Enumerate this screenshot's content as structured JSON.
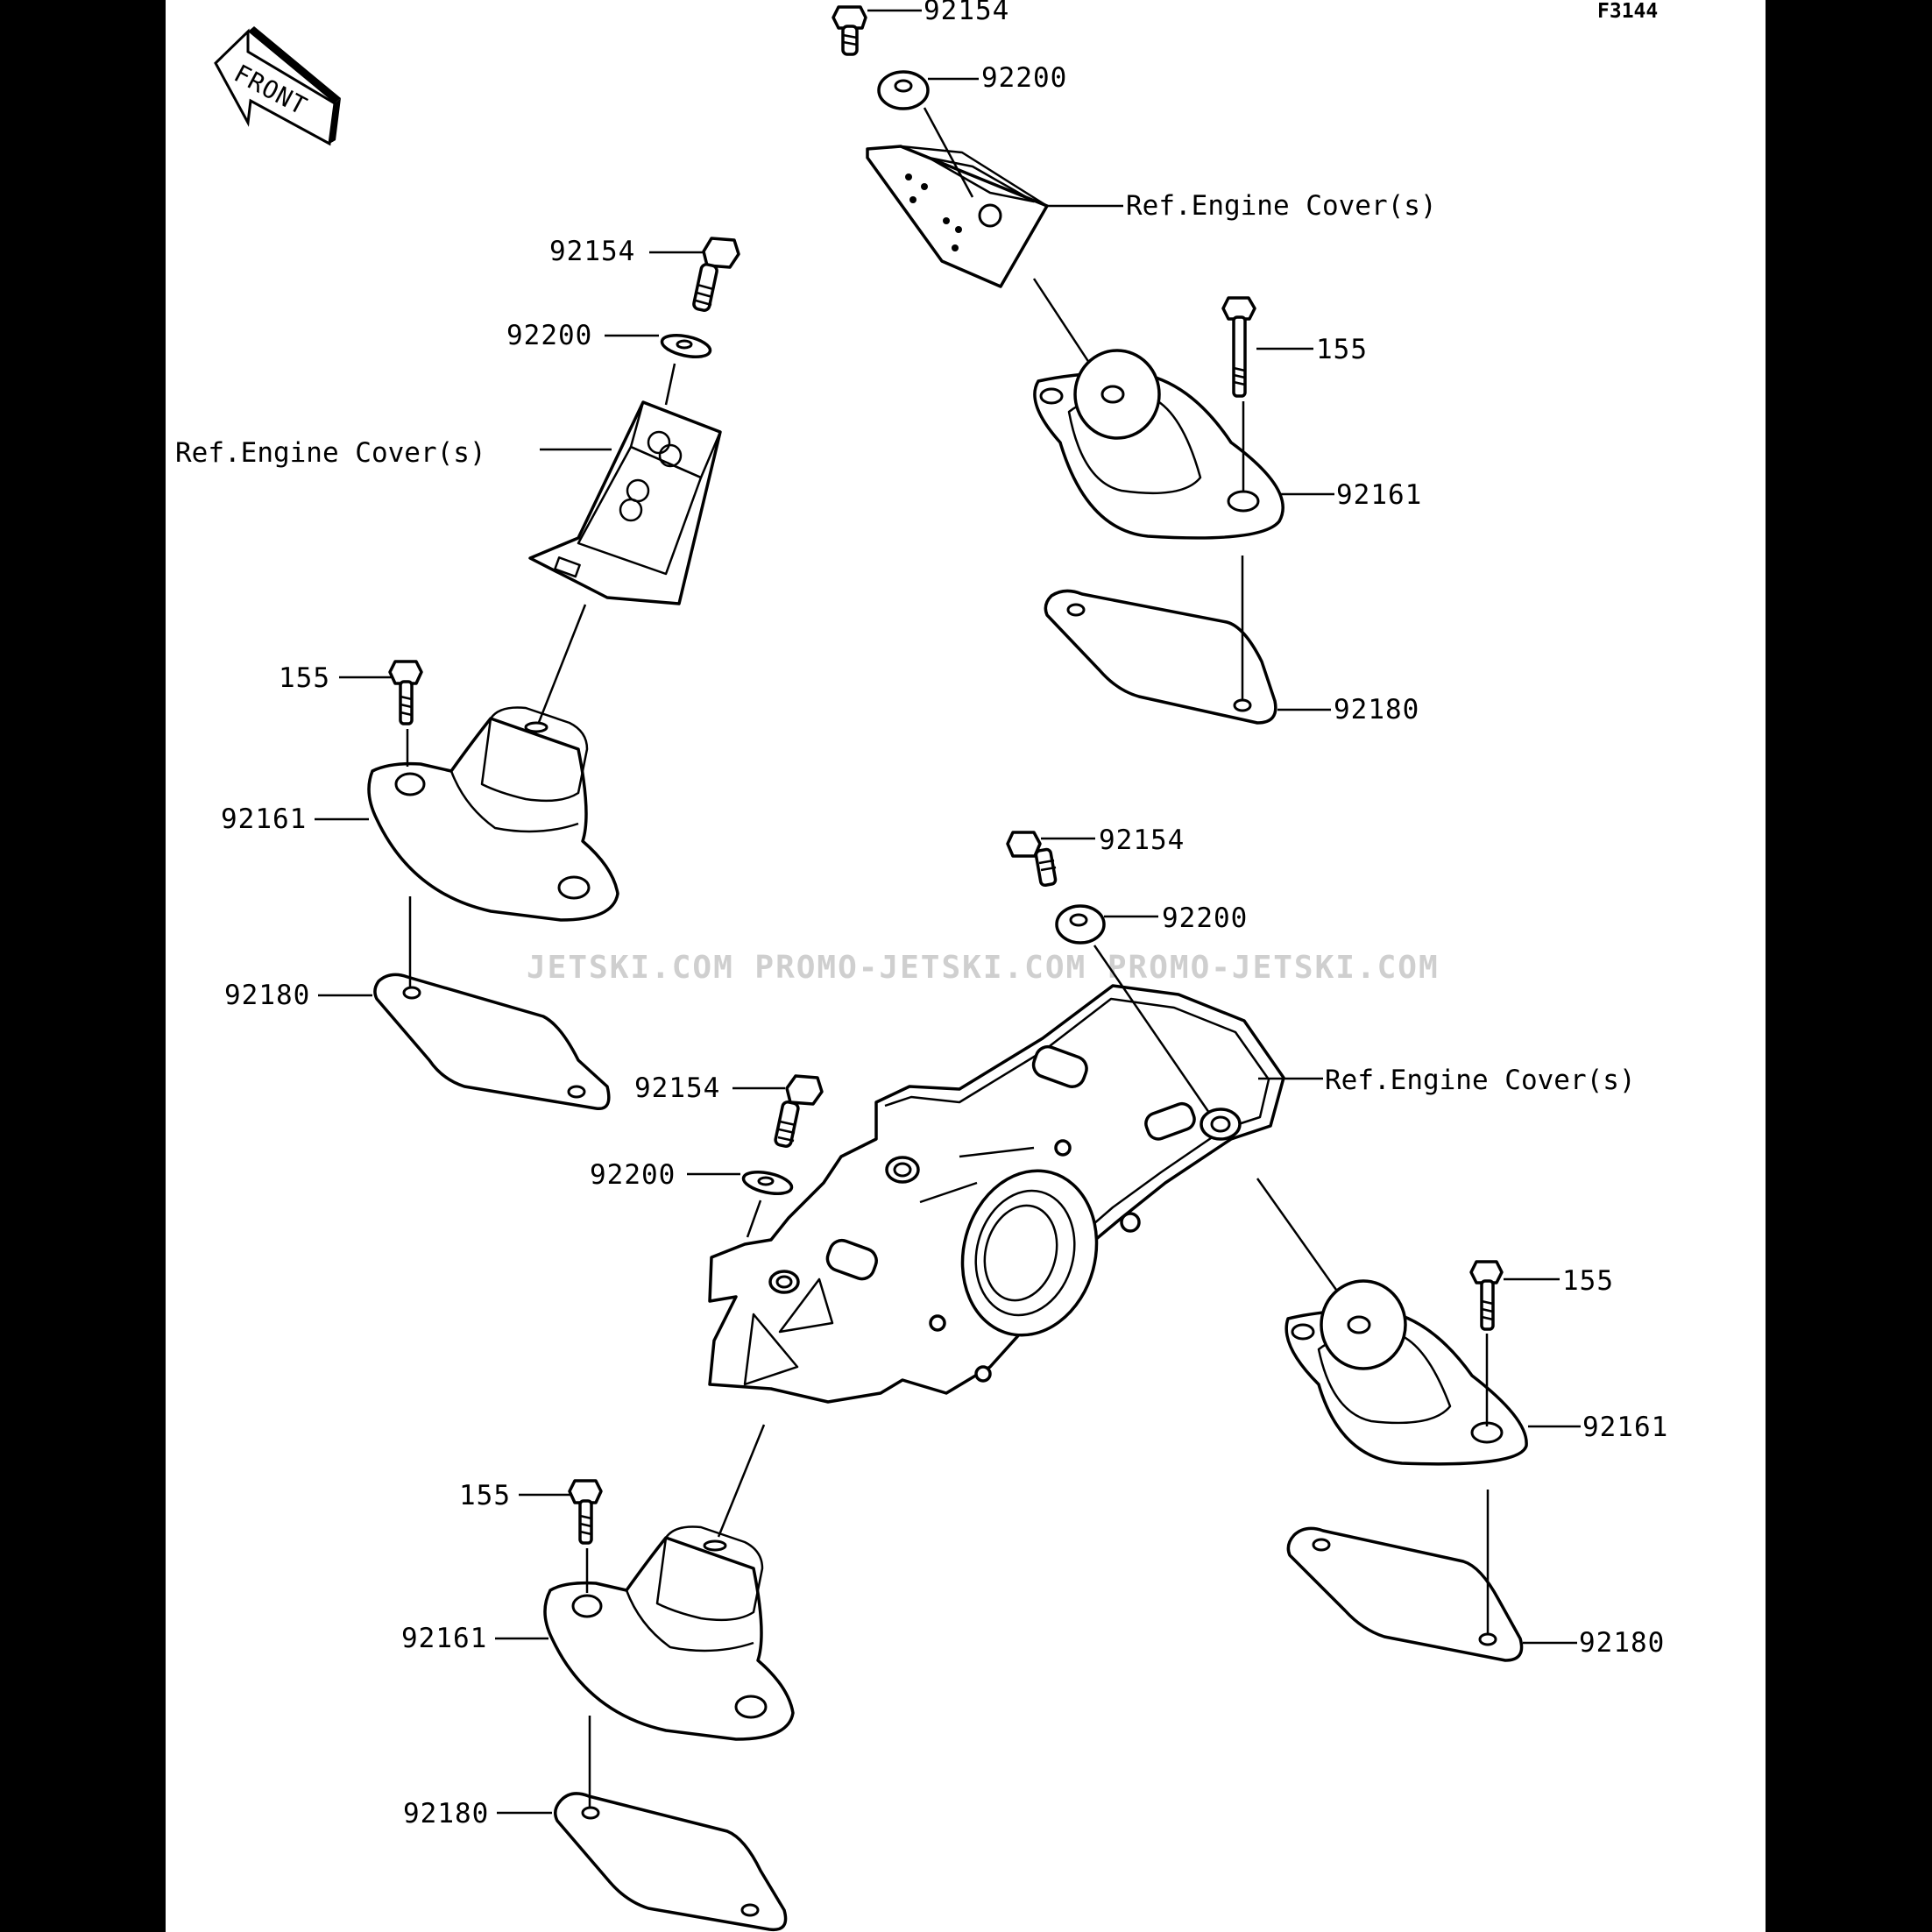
{
  "figure_code": "F3144",
  "front_label": "FRONT",
  "watermark": "JETSKI.COM  PROMO-JETSKI.COM  PROMO-JETSKI.COM",
  "labels": {
    "top_bolt": "92154",
    "top_washer": "92200",
    "top_ref": "Ref.Engine Cover(s)",
    "tr_bolt": "155",
    "tr_mount": "92161",
    "tr_plate": "92180",
    "left_bolt": "92154",
    "left_washer": "92200",
    "left_ref": "Ref.Engine Cover(s)",
    "ml_bolt": "155",
    "ml_mount": "92161",
    "ml_plate": "92180",
    "center_bolt": "92154",
    "center_washer": "92200",
    "center_ref": "Ref.Engine Cover(s)",
    "mid_bolt": "92154",
    "mid_washer": "92200",
    "br_bolt": "155",
    "br_mount": "92161",
    "br_plate": "92180",
    "bl_bolt": "155",
    "bl_mount": "92161",
    "bl_plate": "92180"
  }
}
